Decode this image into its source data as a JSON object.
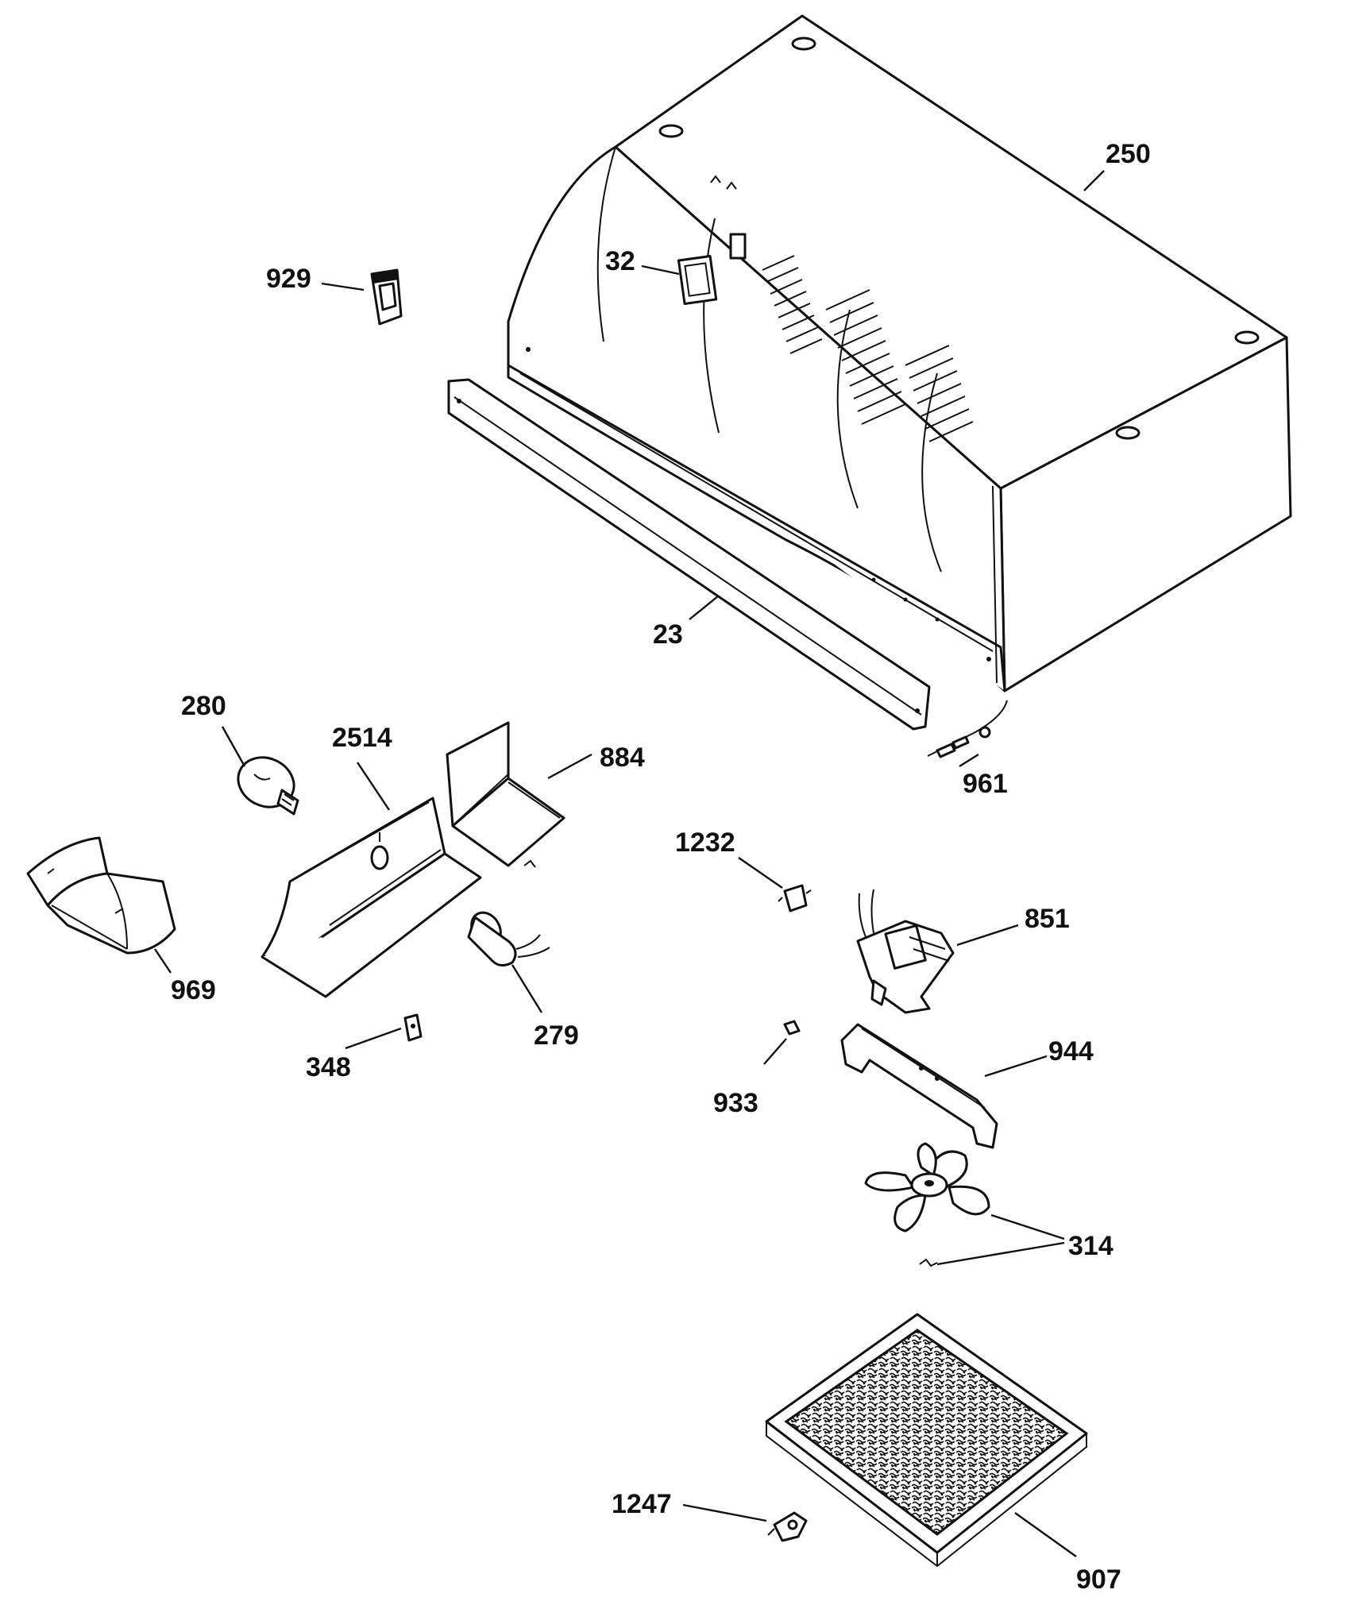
{
  "colors": {
    "ink": "#111111",
    "paper": "#ffffff"
  },
  "labels": {
    "l250": "250",
    "l929": "929",
    "l32": "32",
    "l23": "23",
    "l280": "280",
    "l2514": "2514",
    "l884": "884",
    "l961": "961",
    "l1232": "1232",
    "l851": "851",
    "l969": "969",
    "l279": "279",
    "l348": "348",
    "l933": "933",
    "l944": "944",
    "l314": "314",
    "l1247": "1247",
    "l907": "907"
  }
}
